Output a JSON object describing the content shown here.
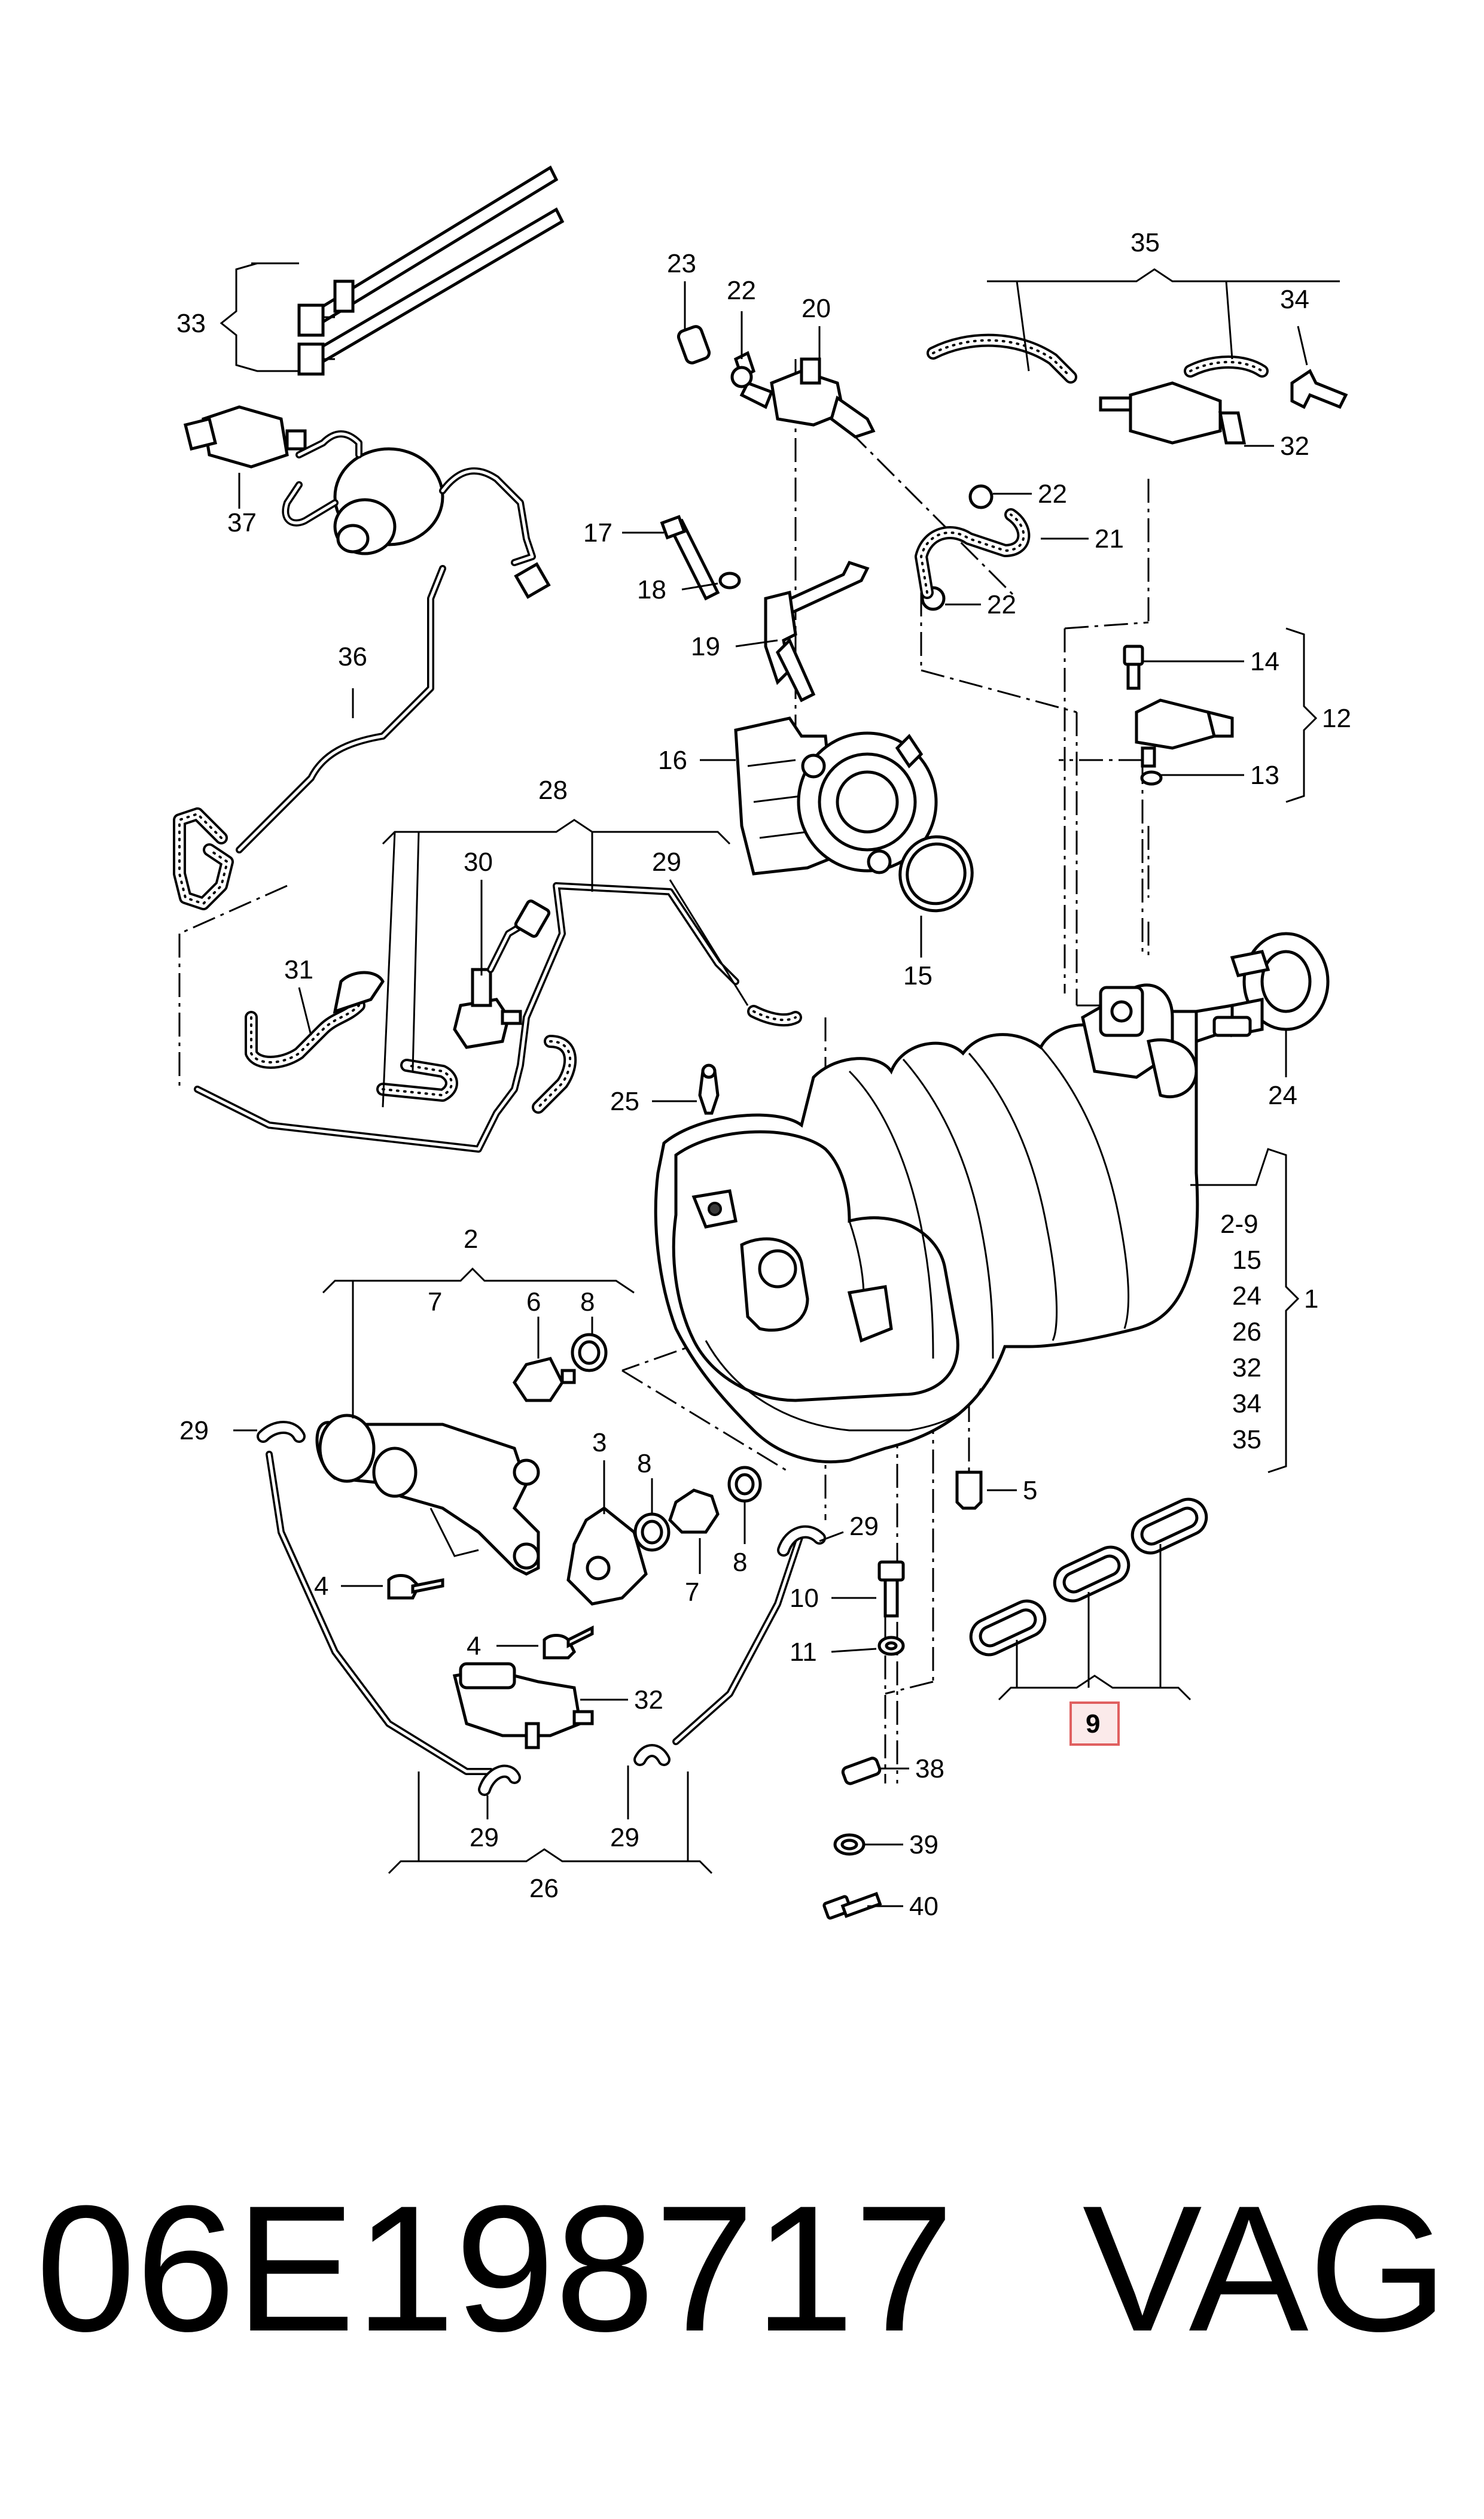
{
  "footer": {
    "part_number": "06E198717",
    "brand": "VAG"
  },
  "highlight": {
    "label": "9",
    "color": "#e06060"
  },
  "callouts": {
    "c1": "1",
    "c2": "2",
    "c3": "3",
    "c4a": "4",
    "c4b": "4",
    "c5": "5",
    "c6": "6",
    "c7a": "7",
    "c7b": "7",
    "c8a": "8",
    "c8b": "8",
    "c8c": "8",
    "c10": "10",
    "c11": "11",
    "c12": "12",
    "c13": "13",
    "c14": "14",
    "c15": "15",
    "c16": "16",
    "c17": "17",
    "c18": "18",
    "c19": "19",
    "c20": "20",
    "c21": "21",
    "c22a": "22",
    "c22b": "22",
    "c22c": "22",
    "c23": "23",
    "c24": "24",
    "c25": "25",
    "c26": "26",
    "c28": "28",
    "c29a": "29",
    "c29b": "29",
    "c29c": "29",
    "c29d": "29",
    "c29e": "29",
    "c30": "30",
    "c31": "31",
    "c32a": "32",
    "c32b": "32",
    "c33": "33",
    "c34": "34",
    "c35": "35",
    "c36": "36",
    "c37": "37",
    "c38": "38",
    "c39": "39",
    "c40": "40"
  },
  "group1_list": [
    "2-9",
    "15",
    "24",
    "26",
    "32",
    "34",
    "35"
  ]
}
